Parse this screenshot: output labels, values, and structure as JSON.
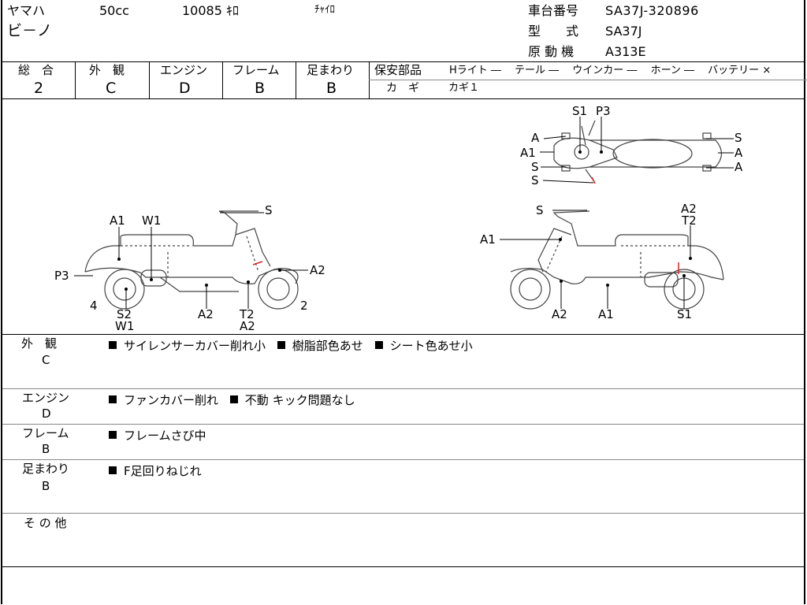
{
  "header": {
    "maker": "ヤマハ",
    "displacement": "50cc",
    "mileage": "10085 ｷﾛ",
    "kick": "ﾁｬｲﾛ",
    "model_name": "ビ－ノ",
    "frame_no_label": "車台番号",
    "frame_no": "SA37J-320896",
    "type_label": "型　　式",
    "type": "SA37J",
    "engine_label": "原 動 機",
    "engine": "A313E"
  },
  "grades": [
    {
      "label": "総　合",
      "value": "2"
    },
    {
      "label": "外　観",
      "value": "C"
    },
    {
      "label": "エンジン",
      "value": "D"
    },
    {
      "label": "フレーム",
      "value": "B"
    },
    {
      "label": "足まわり",
      "value": "B"
    }
  ],
  "safety": {
    "label": "保安部品",
    "items": "Hライト ―　 テール ―　 ウインカー ―　 ホーン ―　 バッテリー ×",
    "key_label": "カ　ギ",
    "key_value": "カギ１"
  },
  "diagram_labels": {
    "left_side": [
      "A1",
      "W1",
      "S",
      "P3",
      "A2",
      "4",
      "S2",
      "W1",
      "A2",
      "T2",
      "A2",
      "2"
    ],
    "right_side": [
      "S",
      "A1",
      "A2",
      "T2",
      "A2",
      "A1",
      "S1"
    ],
    "top_view": [
      "S1",
      "P3",
      "A",
      "S",
      "A1",
      "A",
      "S",
      "A",
      "S"
    ]
  },
  "remarks": [
    {
      "category": "外　観",
      "grade": "C",
      "items": [
        "サイレンサーカバー削れ小",
        "樹脂部色あせ",
        "シート色あせ小"
      ]
    },
    {
      "category": "エンジン",
      "grade": "D",
      "items": [
        "ファンカバー削れ",
        "不動 キック問題なし"
      ]
    },
    {
      "category": "フレーム",
      "grade": "B",
      "items": [
        "フレームさび中"
      ]
    },
    {
      "category": "足まわり",
      "grade": "B",
      "items": [
        "F足回りねじれ"
      ]
    },
    {
      "category": "そ の 他",
      "grade": "",
      "items": []
    }
  ]
}
